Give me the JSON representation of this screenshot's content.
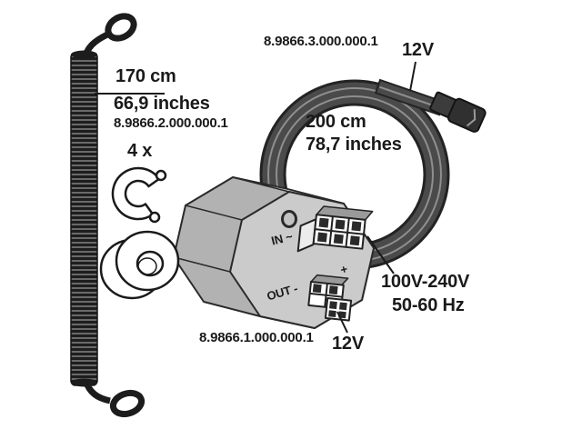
{
  "diagram": {
    "spring": {
      "length_metric": "170 cm",
      "length_imperial": "66,9 inches",
      "part_number": "8.9866.2.000.000.1"
    },
    "fasteners": {
      "quantity": "4 x"
    },
    "cable": {
      "part_number": "8.9866.3.000.000.1",
      "voltage": "12V",
      "length_metric": "200 cm",
      "length_imperial": "78,7 inches"
    },
    "power_supply": {
      "part_number": "8.9866.1.000.000.1",
      "input_port": "IN ~",
      "output_port": "OUT -",
      "output_polarity": "+",
      "output_voltage": "12V",
      "input_voltage_range": "100V-240V",
      "input_frequency": "50-60 Hz"
    },
    "colors": {
      "ink": "#1a1a1a",
      "background": "#ffffff",
      "box_face": "#cbcbcb",
      "box_side": "#b2b2b2",
      "box_top": "#dcdcdc",
      "cable": "#4a4a4a",
      "cable_highlight": "#8f8f8f",
      "spring_coil": "#1e1e1e"
    }
  }
}
